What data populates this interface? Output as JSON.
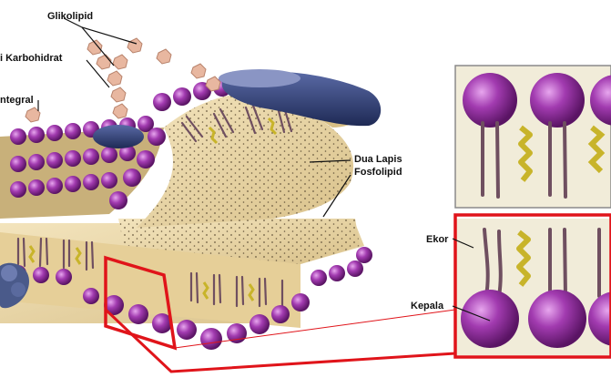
{
  "labels": {
    "glikolipid": "Glikolipid",
    "karbohidrat": "i Karbohidrat",
    "integral": "ntegral",
    "dua_lapis_line1": "Dua Lapis",
    "dua_lapis_line2": "Fosfolipid",
    "ekor": "Ekor",
    "kepala": "Kepala"
  },
  "colors": {
    "head_purple": "#8e2c9a",
    "tail_mauve": "#7a5a6a",
    "membrane_tan": "#e9d6a8",
    "protein_navy": "#2e3a6a",
    "carbohydrate_pink": "#e8b7a0",
    "cholesterol_yellow": "#f2e26a",
    "highlight_red": "#e0141a"
  }
}
